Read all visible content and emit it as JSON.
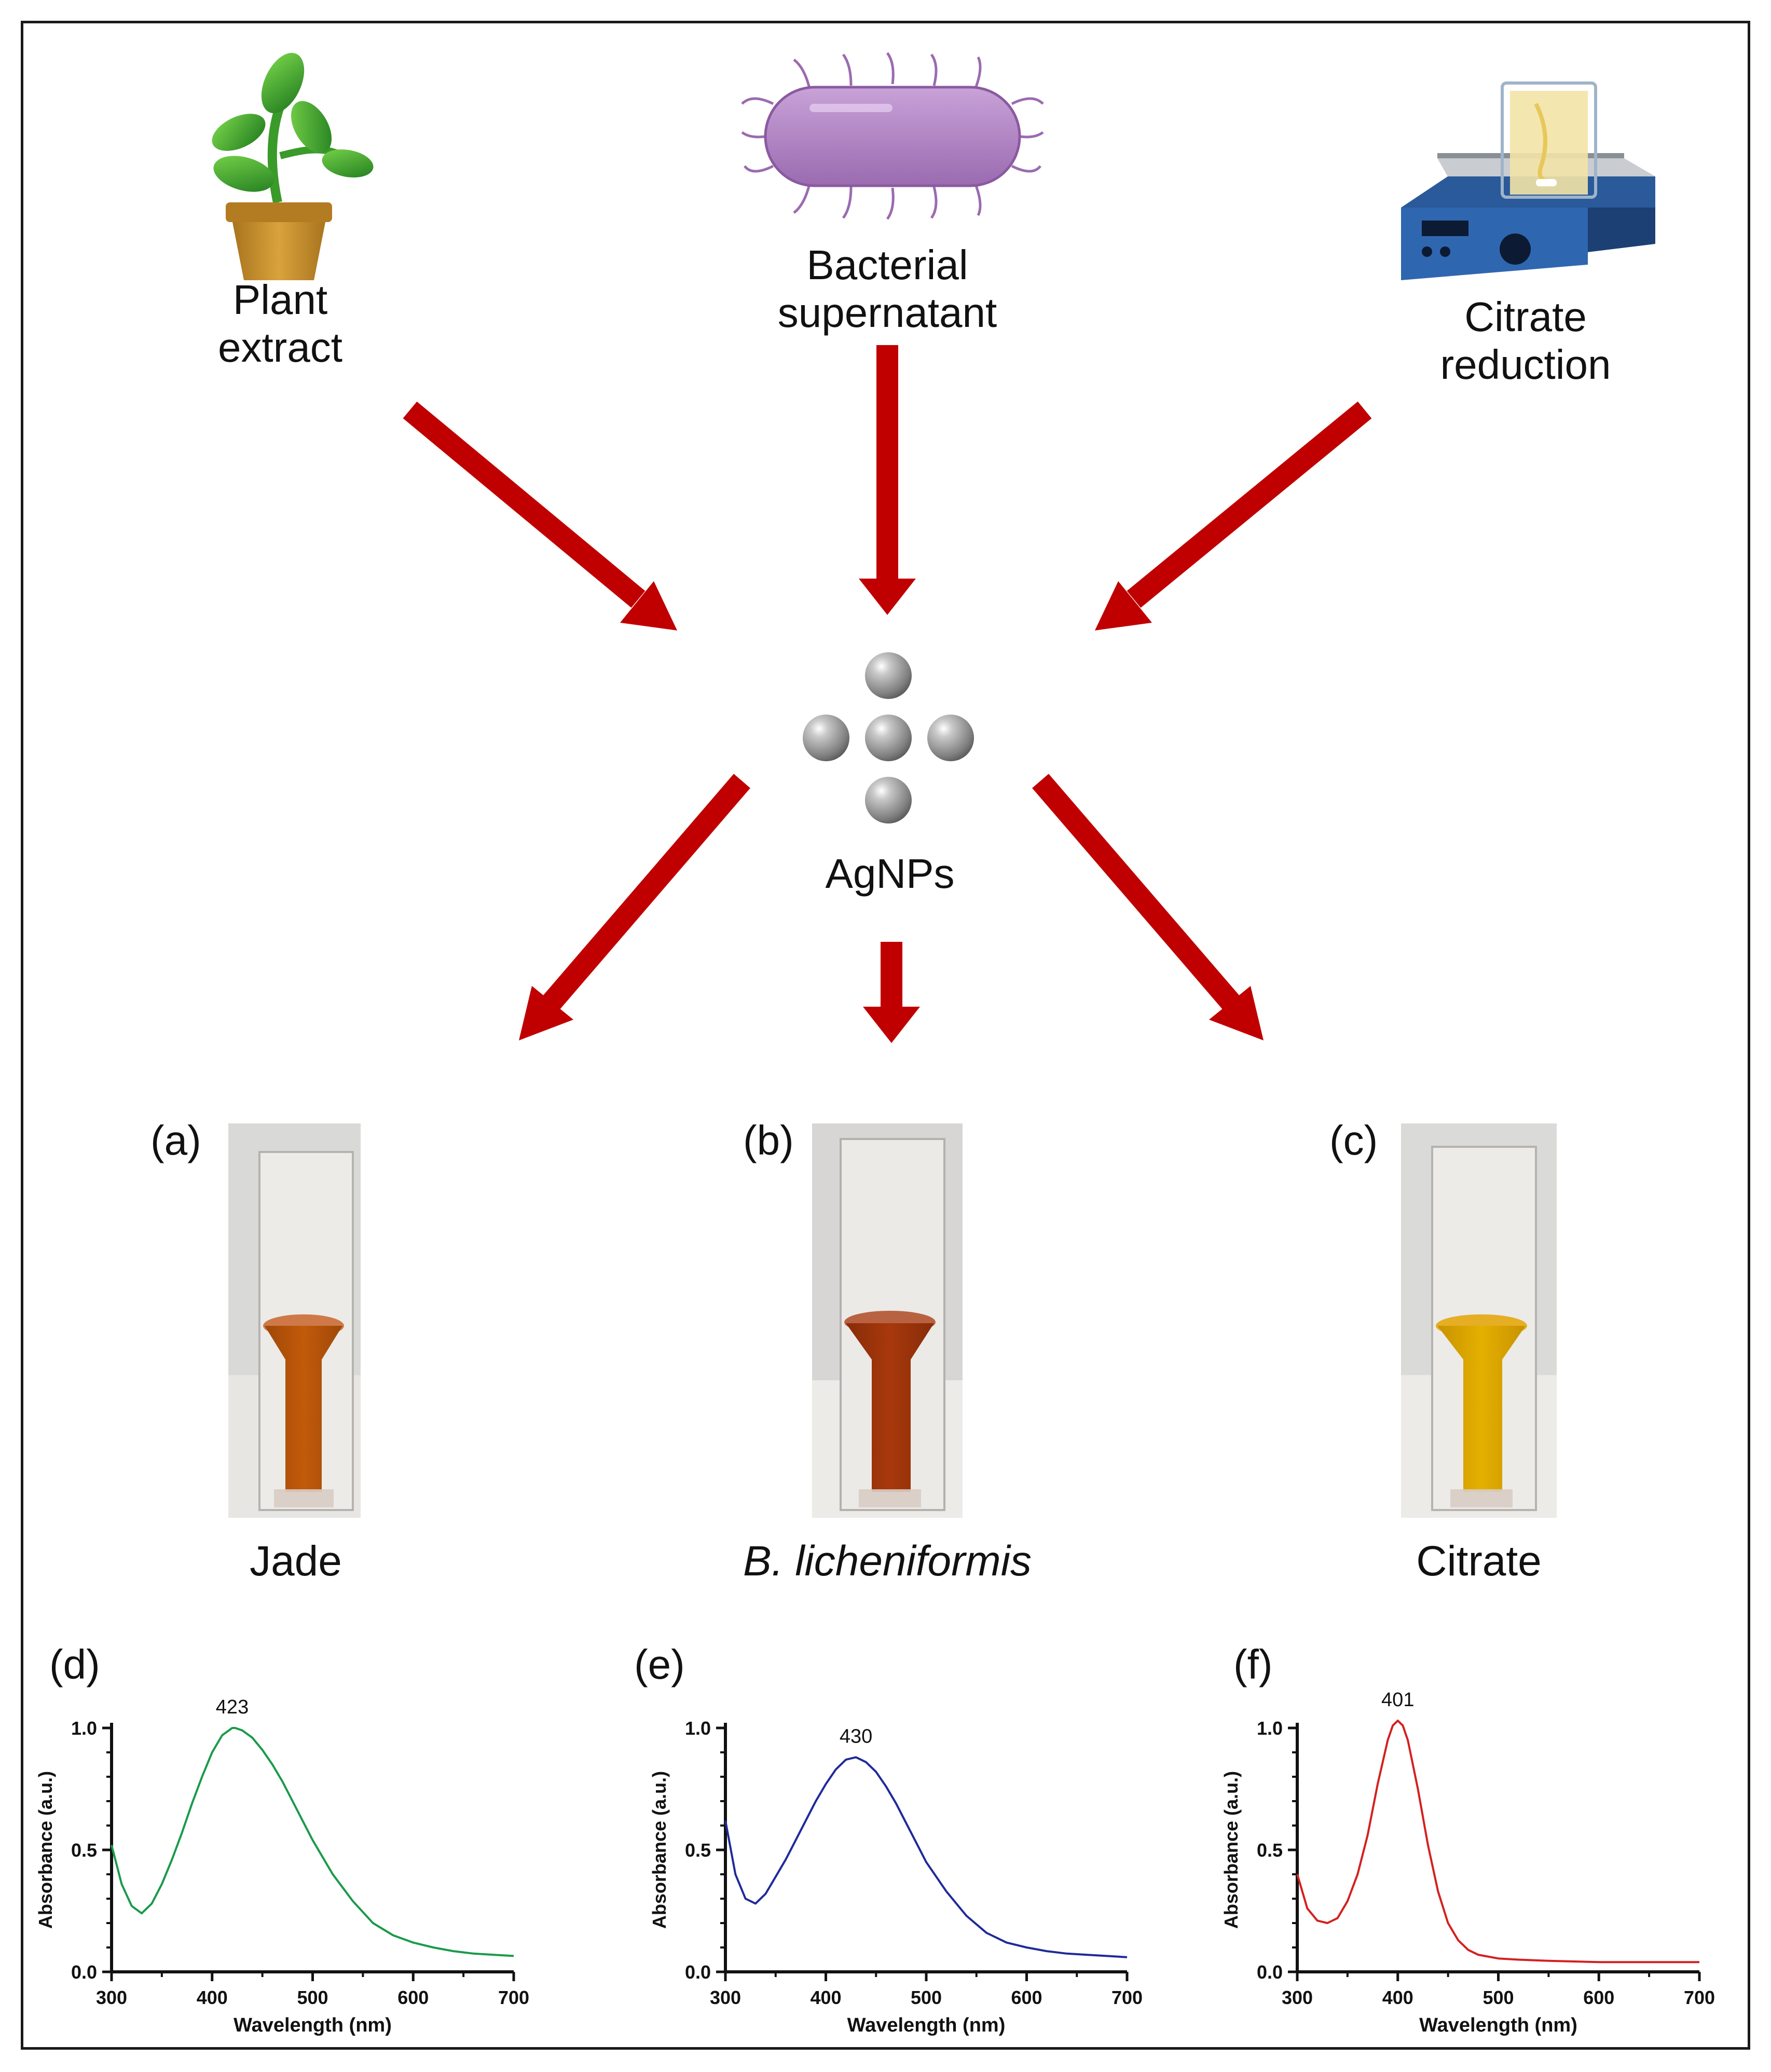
{
  "sources": {
    "plant": "Plant extract",
    "bacterial": "Bacterial supernatant",
    "citrate": "Citrate reduction"
  },
  "product": "AgNPs",
  "panels": {
    "a": "(a)",
    "b": "(b)",
    "c": "(c)",
    "d": "(d)",
    "e": "(e)",
    "f": "(f)"
  },
  "samples": {
    "jade": "Jade",
    "bl": "B. licheniformis",
    "citrate": "Citrate"
  },
  "colors": {
    "arrow": "#c00000",
    "jade_curve": "#1a9a4a",
    "bl_curve": "#1f2a9a",
    "citrate_curve": "#d42020",
    "jade_liquid": "#c25a0a",
    "bl_liquid": "#a8380c",
    "citrate_liquid": "#e0a800"
  },
  "chart_data": [
    {
      "type": "line",
      "panel": "(d)",
      "xlabel": "Wavelength (nm)",
      "ylabel": "Absorbance (a.u.)",
      "xlim": [
        300,
        700
      ],
      "ylim": [
        0,
        1.0
      ],
      "xticks": [
        300,
        400,
        500,
        600,
        700
      ],
      "yticks": [
        0.0,
        0.5,
        1.0
      ],
      "ytick_labels": [
        "0.0",
        "0.5",
        "1.0"
      ],
      "peak_label": "423",
      "color": "#1a9a4a",
      "series": [
        {
          "x": [
            300,
            310,
            320,
            330,
            340,
            350,
            360,
            370,
            380,
            390,
            400,
            410,
            420,
            423,
            430,
            440,
            450,
            460,
            470,
            480,
            490,
            500,
            520,
            540,
            560,
            580,
            600,
            620,
            640,
            660,
            680,
            700
          ],
          "y": [
            0.52,
            0.36,
            0.27,
            0.24,
            0.28,
            0.36,
            0.46,
            0.57,
            0.69,
            0.8,
            0.9,
            0.97,
            1.0,
            1.0,
            0.99,
            0.96,
            0.91,
            0.85,
            0.78,
            0.7,
            0.62,
            0.54,
            0.4,
            0.29,
            0.2,
            0.15,
            0.12,
            0.1,
            0.085,
            0.075,
            0.07,
            0.065
          ]
        }
      ]
    },
    {
      "type": "line",
      "panel": "(e)",
      "xlabel": "Wavelength (nm)",
      "ylabel": "Absorbance (a.u.)",
      "xlim": [
        300,
        700
      ],
      "ylim": [
        0,
        1.0
      ],
      "xticks": [
        300,
        400,
        500,
        600,
        700
      ],
      "yticks": [
        0.0,
        0.5,
        1.0
      ],
      "ytick_labels": [
        "0.0",
        "0.5",
        "1.0"
      ],
      "peak_label": "430",
      "color": "#1f2a9a",
      "series": [
        {
          "x": [
            300,
            310,
            320,
            330,
            340,
            350,
            360,
            370,
            380,
            390,
            400,
            410,
            420,
            430,
            440,
            450,
            460,
            470,
            480,
            490,
            500,
            520,
            540,
            560,
            580,
            600,
            620,
            640,
            660,
            680,
            700
          ],
          "y": [
            0.62,
            0.4,
            0.3,
            0.28,
            0.32,
            0.39,
            0.46,
            0.54,
            0.62,
            0.7,
            0.77,
            0.83,
            0.87,
            0.88,
            0.86,
            0.82,
            0.76,
            0.69,
            0.61,
            0.53,
            0.45,
            0.33,
            0.23,
            0.16,
            0.12,
            0.1,
            0.085,
            0.075,
            0.07,
            0.065,
            0.06
          ]
        }
      ]
    },
    {
      "type": "line",
      "panel": "(f)",
      "xlabel": "Wavelength (nm)",
      "ylabel": "Absorbance (a.u.)",
      "xlim": [
        300,
        700
      ],
      "ylim": [
        0,
        1.0
      ],
      "xticks": [
        300,
        400,
        500,
        600,
        700
      ],
      "yticks": [
        0.0,
        0.5,
        1.0
      ],
      "ytick_labels": [
        "0.0",
        "0.5",
        "1.0"
      ],
      "peak_label": "401",
      "color": "#d42020",
      "series": [
        {
          "x": [
            300,
            310,
            320,
            330,
            340,
            350,
            360,
            370,
            380,
            390,
            395,
            400,
            405,
            410,
            420,
            430,
            440,
            450,
            460,
            470,
            480,
            500,
            520,
            550,
            600,
            650,
            700
          ],
          "y": [
            0.4,
            0.26,
            0.21,
            0.2,
            0.22,
            0.29,
            0.4,
            0.56,
            0.77,
            0.95,
            1.01,
            1.03,
            1.01,
            0.95,
            0.75,
            0.52,
            0.33,
            0.2,
            0.13,
            0.09,
            0.07,
            0.055,
            0.05,
            0.045,
            0.04,
            0.04,
            0.04
          ]
        }
      ]
    }
  ]
}
